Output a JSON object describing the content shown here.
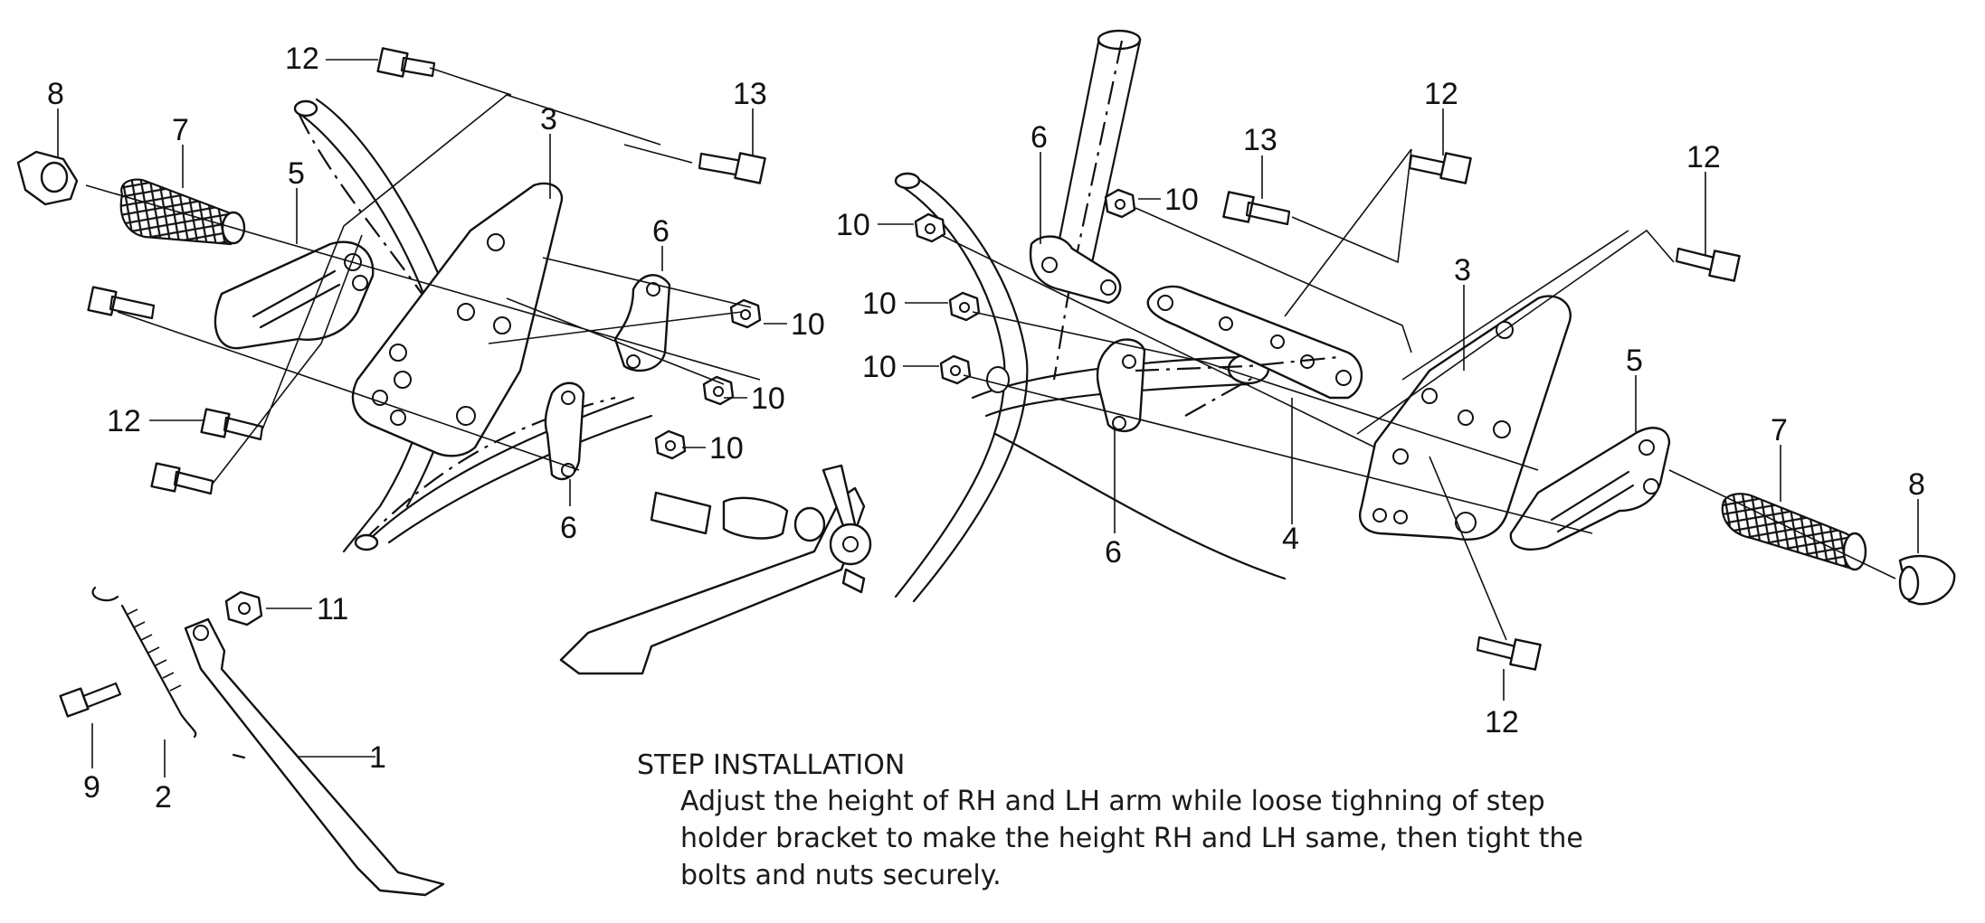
{
  "callouts": {
    "c_12_top_left": "12",
    "c_8_left": "8",
    "c_7_left": "7",
    "c_5_left": "5",
    "c_3_left": "3",
    "c_13_left": "13",
    "c_6_left_top": "6",
    "c_10_left_a": "10",
    "c_10_left_b": "10",
    "c_10_left_c": "10",
    "c_12_mid_left": "12",
    "c_6_left_bottom": "6",
    "c_11": "11",
    "c_1": "1",
    "c_9": "9",
    "c_2": "2",
    "c_6_right_top": "6",
    "c_10_right_a": "10",
    "c_10_right_b": "10",
    "c_10_right_c": "10",
    "c_10_right_d": "10",
    "c_13_right": "13",
    "c_12_right_top": "12",
    "c_12_right_far": "12",
    "c_3_right": "3",
    "c_5_right": "5",
    "c_7_right": "7",
    "c_8_right": "8",
    "c_6_right_bottom": "6",
    "c_4": "4",
    "c_12_right_bottom": "12"
  },
  "note": {
    "title": "STEP INSTALLATION",
    "line1": "Adjust the height of RH and LH arm while loose tighning of step",
    "line2": "holder bracket to make the height RH and LH same, then tight the",
    "line3": "bolts and nuts securely."
  }
}
